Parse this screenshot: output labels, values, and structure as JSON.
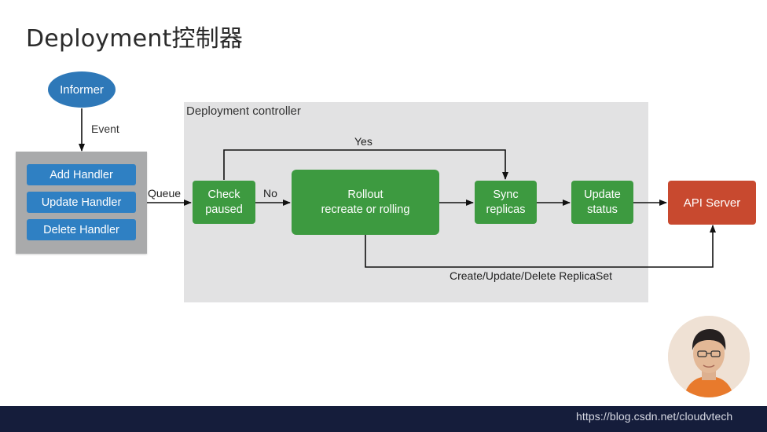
{
  "title": "Deployment控制器",
  "informer": {
    "label": "Informer"
  },
  "edges": {
    "event": "Event",
    "queue": "Queue",
    "no": "No",
    "yes": "Yes",
    "create_update_delete": "Create/Update/Delete ReplicaSet"
  },
  "handlers": [
    "Add Handler",
    "Update Handler",
    "Delete Handler"
  ],
  "controller": {
    "label": "Deployment controller",
    "check_paused": "Check\npaused",
    "rollout": "Rollout\nrecreate or rolling",
    "sync_replicas": "Sync\nreplicas",
    "update_status": "Update\nstatus"
  },
  "api_server": {
    "label": "API Server"
  },
  "watermark": "https://blog.csdn.net/cloudvtech",
  "colors": {
    "informer_blue": "#2e78b8",
    "handler_blue": "#2f80c3",
    "process_green": "#3d9a40",
    "api_red": "#c8492f",
    "panel_gray": "#e2e2e3",
    "footer_navy": "#151d3b"
  }
}
